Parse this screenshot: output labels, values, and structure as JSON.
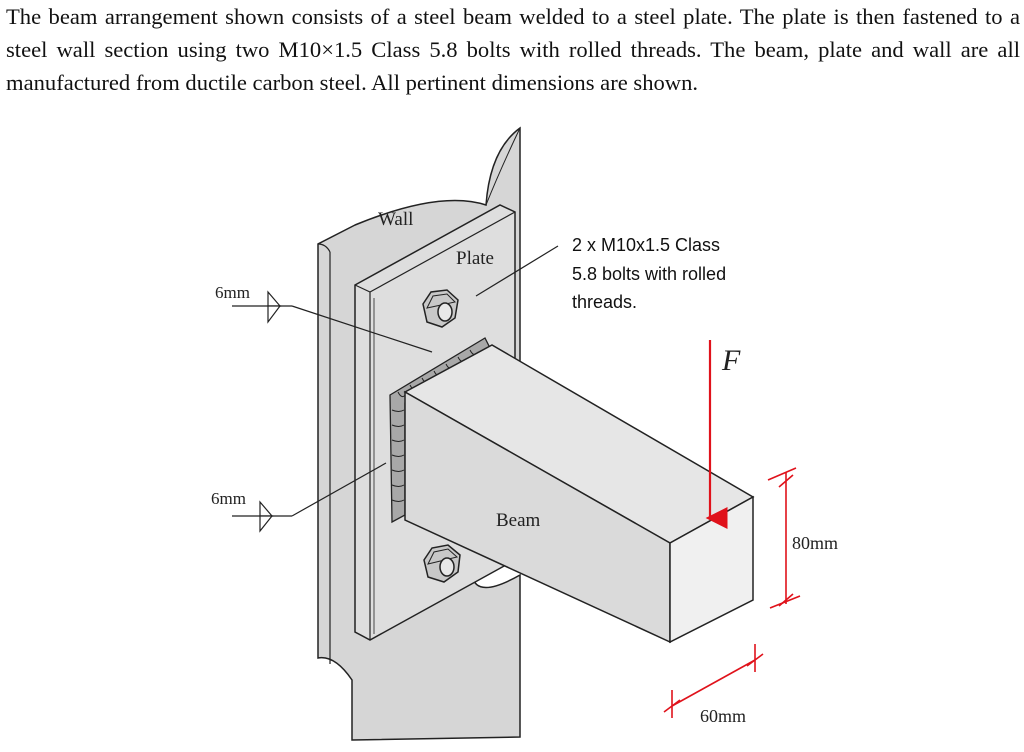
{
  "problem": {
    "text": "The beam arrangement shown consists of a steel beam welded to a steel plate. The plate is then fastened to a steel wall section using two M10×1.5 Class 5.8 bolts with rolled threads. The beam, plate and wall are all manufactured from ductile carbon steel. All pertinent dimensions are shown."
  },
  "figure": {
    "wall_label": "Wall",
    "plate_label": "Plate",
    "beam_label": "Beam",
    "bolt_callout": [
      "2 x M10x1.5 Class",
      "5.8 bolts with rolled",
      "threads."
    ],
    "weld_top_label": "6mm",
    "weld_bottom_label": "6mm",
    "force_label": "F",
    "height_dim": "80mm",
    "width_dim": "60mm",
    "colors": {
      "dimension": "#e0121b",
      "surface": "#d9d9d9",
      "line": "#222222"
    }
  }
}
